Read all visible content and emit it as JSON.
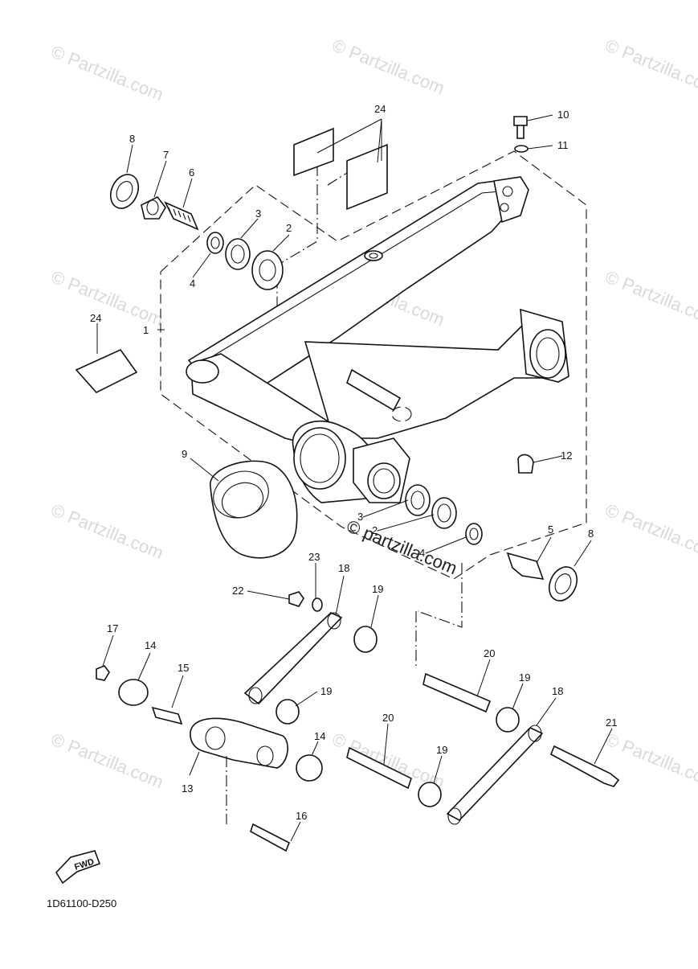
{
  "diagram": {
    "drawing_code": "1D61100-D250",
    "direction_badge": "FWD",
    "center_watermark": "© partzilla.com",
    "watermark_text": "© Partzilla.com",
    "callouts": {
      "c1": "1",
      "c2a": "2",
      "c2b": "2",
      "c3a": "3",
      "c3b": "3",
      "c4a": "4",
      "c4b": "4",
      "c5": "5",
      "c6": "6",
      "c7": "7",
      "c8a": "8",
      "c8b": "8",
      "c9": "9",
      "c10": "10",
      "c11": "11",
      "c12": "12",
      "c13": "13",
      "c14a": "14",
      "c14b": "14",
      "c15": "15",
      "c16": "16",
      "c17": "17",
      "c18a": "18",
      "c18b": "18",
      "c19a": "19",
      "c19b": "19",
      "c19c": "19",
      "c19d": "19",
      "c20a": "20",
      "c20b": "20",
      "c21": "21",
      "c22": "22",
      "c23": "23",
      "c24a": "24",
      "c24b": "24"
    }
  }
}
